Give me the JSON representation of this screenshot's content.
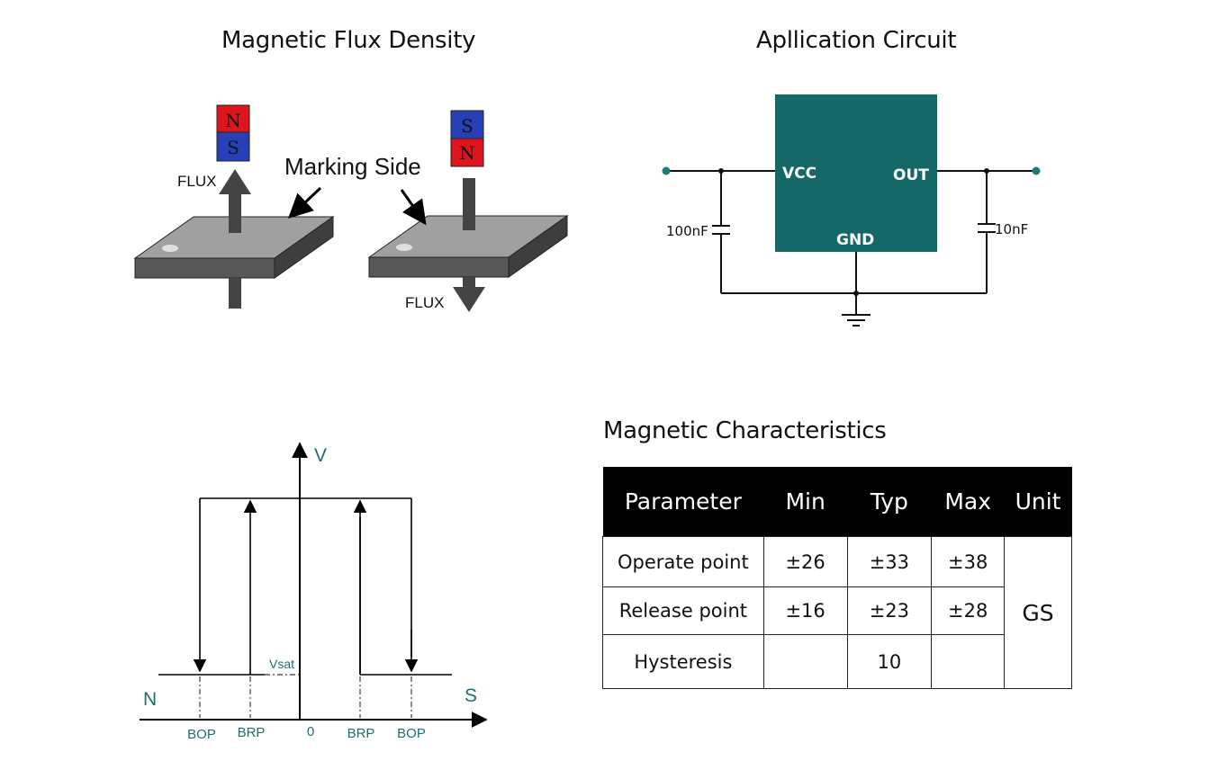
{
  "titles": {
    "flux": "Magnetic Flux Density",
    "circuit": "Apllication Circuit",
    "characteristics": "Magnetic Characteristics"
  },
  "flux_diagram": {
    "magnet1": {
      "top": "N",
      "bottom": "S"
    },
    "magnet2": {
      "top": "S",
      "bottom": "N"
    },
    "flux1": "FLUX",
    "flux2": "FLUX",
    "marking": "Marking Side"
  },
  "circuit": {
    "vcc": "VCC",
    "out": "OUT",
    "gnd": "GND",
    "cap_in": "100nF",
    "cap_out": "10nF",
    "colors": {
      "chip": "#146868",
      "node": "#1a7b7b"
    }
  },
  "switching": {
    "v": "V",
    "n": "N",
    "s": "S",
    "vsat": "Vsat",
    "bop_left": "BOP",
    "brp_left": "BRP",
    "zero": "0",
    "brp_right": "BRP",
    "bop_right": "BOP",
    "label_color": "#1f6f6f"
  },
  "table": {
    "headers": [
      "Parameter",
      "Min",
      "Typ",
      "Max",
      "Unit"
    ],
    "rows": [
      [
        "Operate point",
        "±26",
        "±33",
        "±38"
      ],
      [
        "Release point",
        "±16",
        "±23",
        "±28"
      ],
      [
        "Hysteresis",
        "",
        "10",
        ""
      ]
    ],
    "unit": "GS"
  }
}
